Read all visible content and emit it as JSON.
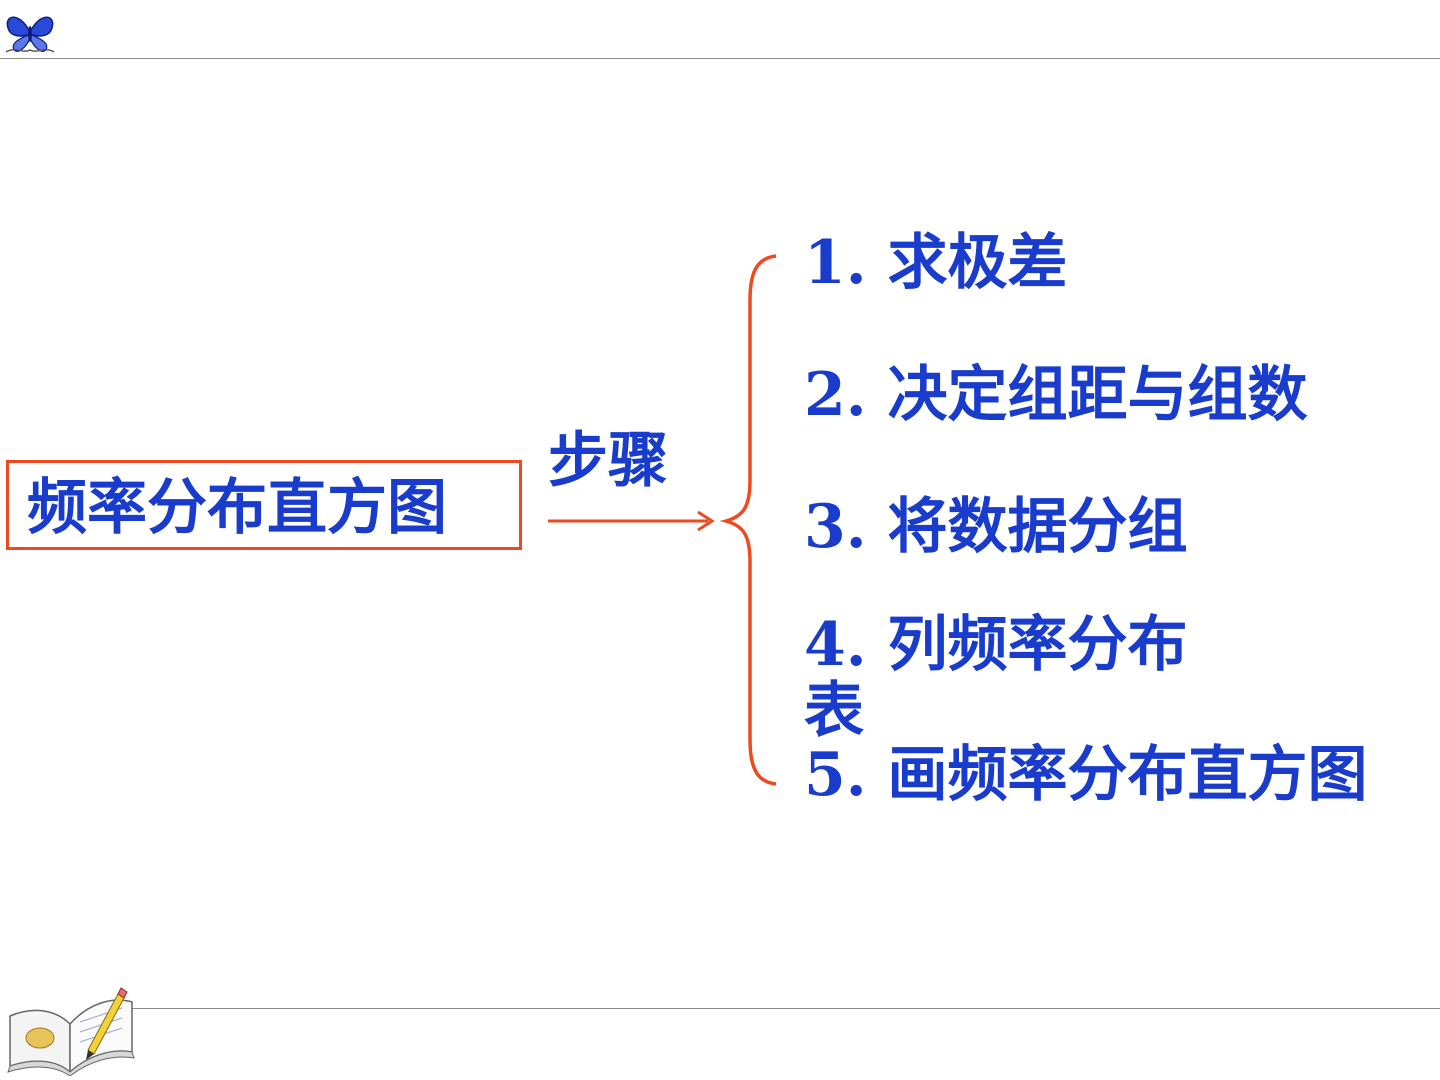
{
  "topic": {
    "label": "频率分布直方图"
  },
  "steps_label": "步骤",
  "steps": [
    {
      "text": "1. 求极差"
    },
    {
      "text": "2. 决定组距与组数"
    },
    {
      "text": "3. 将数据分组"
    },
    {
      "text": "4. 列频率分布表"
    },
    {
      "text": "5. 画频率分布直方图"
    }
  ],
  "colors": {
    "text": "#1a3ccc",
    "accent": "#ee4a22"
  },
  "icons": {
    "top_left": "butterfly-logo-icon",
    "bottom_left": "open-book-pencil-icon"
  }
}
